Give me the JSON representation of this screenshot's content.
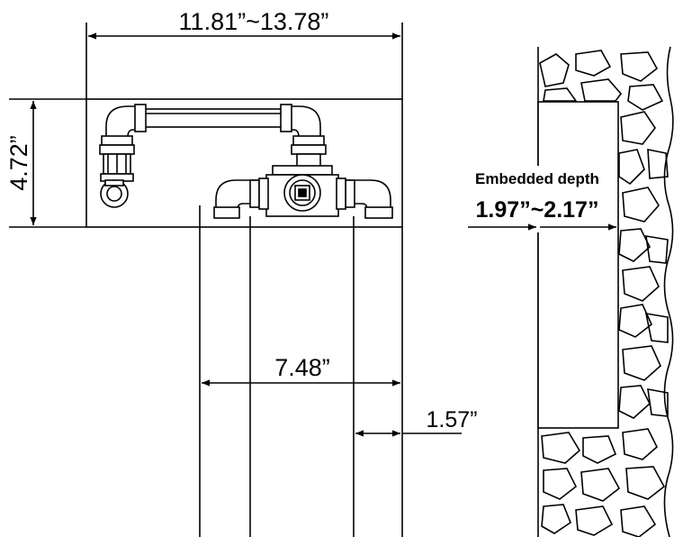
{
  "diagram": {
    "dimensions": {
      "overall_width": "11.81”~13.78”",
      "plate_height": "4.72”",
      "spout_spacing": "7.48”",
      "offset": "1.57”"
    },
    "embed": {
      "label": "Embedded depth",
      "value": "1.97”~2.17”"
    }
  },
  "colors": {
    "line": "#000000",
    "background": "#ffffff"
  }
}
